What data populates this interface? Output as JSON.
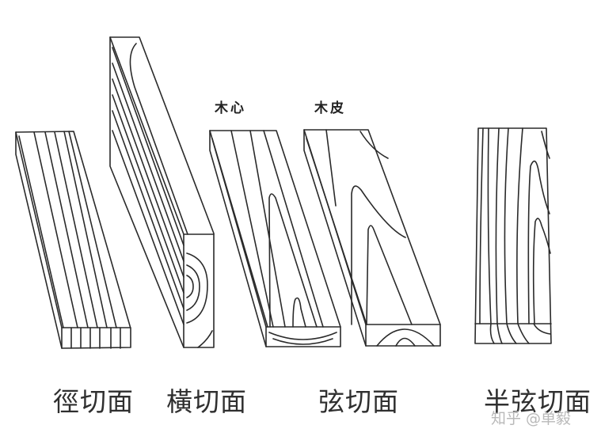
{
  "figure": {
    "annotations": {
      "pith": "木心",
      "bark": "木皮"
    },
    "labels": [
      {
        "id": "radial",
        "text": "徑切面"
      },
      {
        "id": "cross",
        "text": "橫切面"
      },
      {
        "id": "tangential",
        "text": "弦切面"
      },
      {
        "id": "semi-tangential",
        "text": "半弦切面"
      }
    ],
    "watermark": "知乎 @单毅",
    "colors": {
      "line": "#2a2a2a",
      "text": "#2f2f2f",
      "watermark": "#b9b9b9",
      "background": "#ffffff"
    }
  }
}
